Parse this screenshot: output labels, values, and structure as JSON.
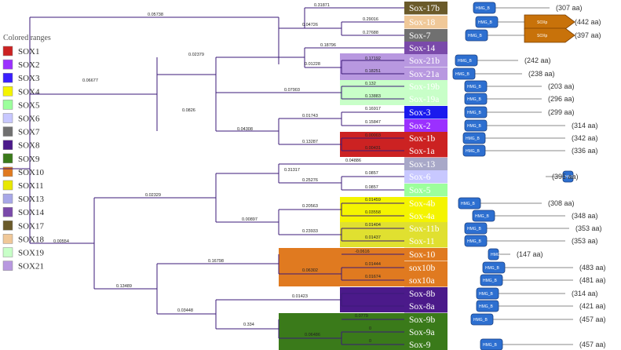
{
  "legend": {
    "title": "Colored ranges",
    "items": [
      {
        "label": "SOX1",
        "color": "#cc2222"
      },
      {
        "label": "SOX2",
        "color": "#9b30ff"
      },
      {
        "label": "SOX3",
        "color": "#3a1fff"
      },
      {
        "label": "SOX4",
        "color": "#f4f400"
      },
      {
        "label": "SOX5",
        "color": "#9cff9c"
      },
      {
        "label": "SOX6",
        "color": "#c8c8ff"
      },
      {
        "label": "SOX7",
        "color": "#707070"
      },
      {
        "label": "SOX8",
        "color": "#4b1a8a"
      },
      {
        "label": "SOX9",
        "color": "#3a7a1a"
      },
      {
        "label": "SOX10",
        "color": "#e07a20"
      },
      {
        "label": "SOX11",
        "color": "#e8e800"
      },
      {
        "label": "SOX13",
        "color": "#a8a8e8"
      },
      {
        "label": "SOX14",
        "color": "#7a4aaa"
      },
      {
        "label": "SOX17",
        "color": "#6a5a2a"
      },
      {
        "label": "SOX18",
        "color": "#f0c898"
      },
      {
        "label": "SOX19",
        "color": "#c8ffc8"
      },
      {
        "label": "SOX21",
        "color": "#b898e0"
      }
    ]
  },
  "tree": {
    "line_color": "#3b1a78",
    "branch_labels": [
      "0.05738",
      "0.31871",
      "0.04726",
      "0.29016",
      "0.27688",
      "0.02379",
      "0.18796",
      "0.01228",
      "0.17192",
      "0.18251",
      "0.06677",
      "0.07903",
      "0.132",
      "0.13883",
      "0.0826",
      "0.04308",
      "0.01743",
      "0.16917",
      "0.15847",
      "0.13287",
      "0.00003",
      "0.00431",
      "0.00554",
      "0.02329",
      "0.31317",
      "0.04886",
      "0.25276",
      "0.0857",
      "0.0857",
      "0.00897",
      "0.20563",
      "0.01459",
      "0.03558",
      "0.23933",
      "0.01404",
      "0.01437",
      "0.13489",
      "0.16798",
      "-0.0616",
      "0.06302",
      "0.01444",
      "0.01674",
      "0.03448",
      "0.01423",
      "0.334",
      "0.0779",
      "0.06486",
      "0",
      "0"
    ]
  },
  "taxa": [
    {
      "name": "Sox-17b",
      "color": "#6a5a2a",
      "length": "(307 aa)",
      "hmg": "HMG_B",
      "sox_c": ""
    },
    {
      "name": "Sox-18",
      "color": "#f0c898",
      "length": "(442 aa)",
      "hmg": "HMG_B",
      "sox_c": "SOXp"
    },
    {
      "name": "Sox-7",
      "color": "#707070",
      "length": "(397 aa)",
      "hmg": "HMG_B",
      "sox_c": "SOXp"
    },
    {
      "name": "Sox-14",
      "color": "#7a4aaa",
      "length": "",
      "hmg": "",
      "sox_c": ""
    },
    {
      "name": "Sox-21b",
      "color": "#b898e0",
      "length": "(242 aa)",
      "hmg": "HMG_B",
      "sox_c": ""
    },
    {
      "name": "Sox-21a",
      "color": "#b898e0",
      "length": "(238 aa)",
      "hmg": "HMG_B",
      "sox_c": ""
    },
    {
      "name": "Sox-19b",
      "color": "#c8ffc8",
      "length": "(203 aa)",
      "hmg": "HMG_B",
      "sox_c": ""
    },
    {
      "name": "Sox-19a",
      "color": "#c8ffc8",
      "length": "(296 aa)",
      "hmg": "HMG_B",
      "sox_c": ""
    },
    {
      "name": "Sox-3",
      "color": "#1a1aee",
      "length": "(299 aa)",
      "hmg": "HMG_B",
      "sox_c": ""
    },
    {
      "name": "Sox-2",
      "color": "#9b30ff",
      "length": "(314 aa)",
      "hmg": "HMG_B",
      "sox_c": ""
    },
    {
      "name": "Sox-1b",
      "color": "#cc2222",
      "length": "(342 aa)",
      "hmg": "HMG_B",
      "sox_c": ""
    },
    {
      "name": "Sox-1a",
      "color": "#cc2222",
      "length": "(336 aa)",
      "hmg": "HMG_B",
      "sox_c": ""
    },
    {
      "name": "Sox-13",
      "color": "#a8a8c8",
      "length": "",
      "hmg": "",
      "sox_c": ""
    },
    {
      "name": "Sox-6",
      "color": "#c8c8ff",
      "length": "(395 aa)",
      "hmg": "HMG",
      "sox_c": ""
    },
    {
      "name": "Sox-5",
      "color": "#9cff9c",
      "length": "",
      "hmg": "",
      "sox_c": ""
    },
    {
      "name": "Sox-4b",
      "color": "#f4f400",
      "length": "(308 aa)",
      "hmg": "HMG_B",
      "sox_c": ""
    },
    {
      "name": "Sox-4a",
      "color": "#f4f400",
      "length": "(348 aa)",
      "hmg": "HMG_B",
      "sox_c": ""
    },
    {
      "name": "Sox-11b",
      "color": "#e0e030",
      "length": "(353 aa)",
      "hmg": "HMG_B",
      "sox_c": ""
    },
    {
      "name": "Sox-11",
      "color": "#e0e030",
      "length": "(353 aa)",
      "hmg": "HMG_B",
      "sox_c": ""
    },
    {
      "name": "Sox-10",
      "color": "#e07a20",
      "length": "(147 aa)",
      "hmg": "HMG",
      "sox_c": ""
    },
    {
      "name": "sox10b",
      "color": "#e07a20",
      "length": "(483 aa)",
      "hmg": "HMG_B",
      "sox_c": ""
    },
    {
      "name": "sox10a",
      "color": "#e07a20",
      "length": "(481 aa)",
      "hmg": "HMG_B",
      "sox_c": ""
    },
    {
      "name": "Sox-8b",
      "color": "#4b1a8a",
      "length": "(314 aa)",
      "hmg": "HMG_B",
      "sox_c": ""
    },
    {
      "name": "Sox-8a",
      "color": "#4b1a8a",
      "length": "(421 aa)",
      "hmg": "HMG_B",
      "sox_c": ""
    },
    {
      "name": "Sox-9b",
      "color": "#3a7a1a",
      "length": "(457 aa)",
      "hmg": "HMG_B",
      "sox_c": ""
    },
    {
      "name": "Sox-9a",
      "color": "#3a7a1a",
      "length": "",
      "hmg": "",
      "sox_c": ""
    },
    {
      "name": "Sox-9",
      "color": "#3a7a1a",
      "length": "(457 aa)",
      "hmg": "HMG_B",
      "sox_c": ""
    }
  ]
}
